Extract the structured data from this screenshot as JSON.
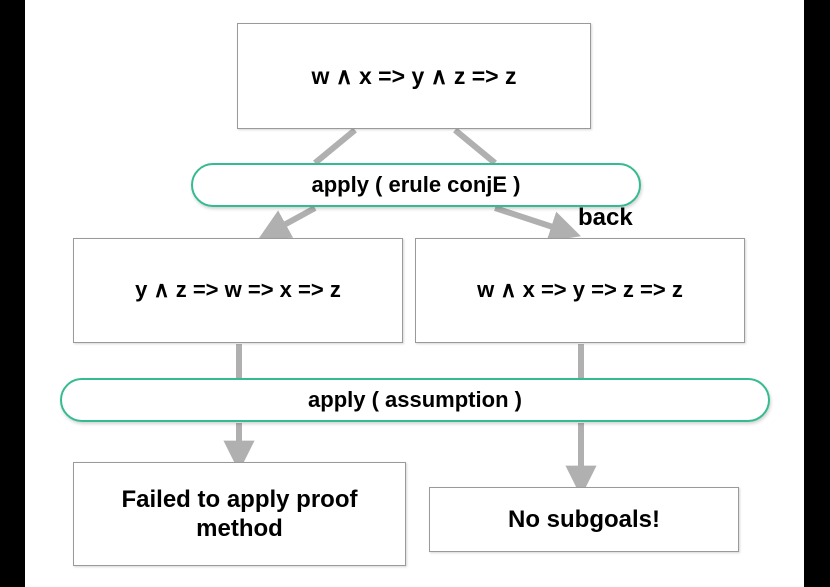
{
  "canvas": {
    "background": "#ffffff",
    "letterbox": "#000000",
    "box_border_color": "#9a9a9a",
    "pill_border_color": "#35bb91",
    "connector_color": "#b0b0b0",
    "text_color": "#000000"
  },
  "nodes": {
    "goal_root": {
      "text": "w ∧ x => y ∧ z => z",
      "kind": "goal-box"
    },
    "apply_erule": {
      "text": "apply ( erule conjE )",
      "kind": "method-pill"
    },
    "goal_left": {
      "text": "y ∧ z => w => x => z",
      "kind": "goal-box"
    },
    "goal_right": {
      "text": "w ∧ x => y => z => z",
      "kind": "goal-box"
    },
    "apply_assumption": {
      "text": "apply ( assumption )",
      "kind": "method-pill"
    },
    "result_failed": {
      "text": "Failed to apply proof method",
      "kind": "result-box"
    },
    "result_no_subgoals": {
      "text": "No subgoals!",
      "kind": "result-box"
    }
  },
  "labels": {
    "back": "back"
  },
  "edges": [
    {
      "from": "goal_root",
      "to": "apply_erule",
      "style": "line",
      "side": "left"
    },
    {
      "from": "goal_root",
      "to": "apply_erule",
      "style": "line",
      "side": "right"
    },
    {
      "from": "apply_erule",
      "to": "goal_left",
      "style": "arrow"
    },
    {
      "from": "apply_erule",
      "to": "goal_right",
      "style": "arrow"
    },
    {
      "from": "goal_left",
      "to": "apply_assumption",
      "style": "line"
    },
    {
      "from": "goal_right",
      "to": "apply_assumption",
      "style": "line"
    },
    {
      "from": "apply_assumption",
      "to": "result_failed",
      "style": "arrow"
    },
    {
      "from": "apply_assumption",
      "to": "result_no_subgoals",
      "style": "arrow"
    }
  ]
}
